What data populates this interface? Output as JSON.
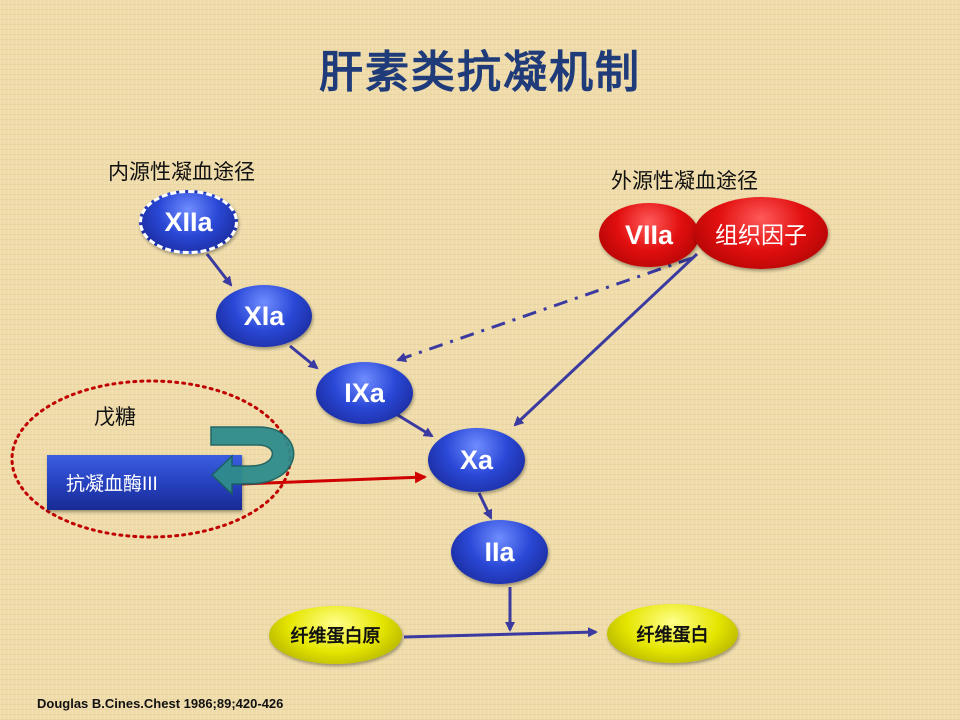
{
  "title": "肝素类抗凝机制",
  "labels": {
    "intrinsic": "内源性凝血途径",
    "extrinsic": "外源性凝血途径",
    "pentasaccharide": "戊糖"
  },
  "nodes": {
    "xiia": "XIIa",
    "xia": "XIa",
    "ixa": "IXa",
    "xa": "Xa",
    "iia": "IIa",
    "viia": "VIIa",
    "tissue_factor": "组织因子",
    "fibrinogen": "纤维蛋白原",
    "fibrin": "纤维蛋白"
  },
  "antithrombin": "抗凝血酶III",
  "citation": "Douglas B.Cines.Chest 1986;89;420-426",
  "colors": {
    "title": "#1f3b7a",
    "node_blue": "#2a48d6",
    "node_red": "#e20f0f",
    "node_yellow": "#e5e500",
    "arrow": "#3a3aa0",
    "inhibit_arrow": "#d00000",
    "dotted_circle": "#c00000",
    "curved_arrow": "#2a8a8a"
  }
}
